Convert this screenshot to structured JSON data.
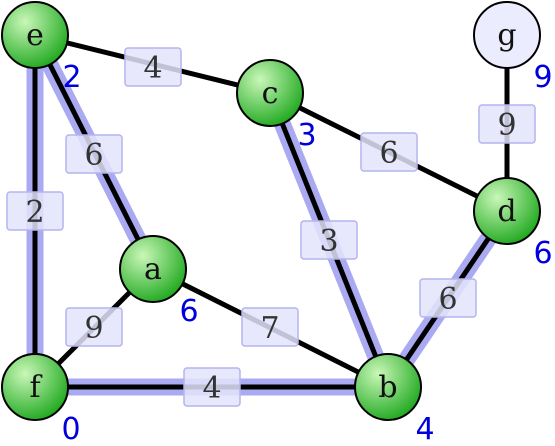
{
  "colors": {
    "visited_fill_light": "#c9f7b8",
    "visited_fill_dark": "#1ea81e",
    "unvisited_fill": "#ececff",
    "highlight": "#aaaaf2",
    "edge": "#000000",
    "distance_text": "#0000dd",
    "weight_box_fill": "#e4e4fb",
    "weight_box_stroke": "#b4b4ee"
  },
  "nodes": [
    {
      "id": "e",
      "label": "e",
      "distance": "2",
      "visited": true
    },
    {
      "id": "c",
      "label": "c",
      "distance": "3",
      "visited": true
    },
    {
      "id": "g",
      "label": "g",
      "distance": "9",
      "visited": false
    },
    {
      "id": "d",
      "label": "d",
      "distance": "6",
      "visited": true
    },
    {
      "id": "a",
      "label": "a",
      "distance": "6",
      "visited": true
    },
    {
      "id": "f",
      "label": "f",
      "distance": "0",
      "visited": true
    },
    {
      "id": "b",
      "label": "b",
      "distance": "4",
      "visited": true
    }
  ],
  "edges": [
    {
      "from": "e",
      "to": "c",
      "weight": "4",
      "in_tree": false
    },
    {
      "from": "e",
      "to": "a",
      "weight": "6",
      "in_tree": true
    },
    {
      "from": "e",
      "to": "f",
      "weight": "2",
      "in_tree": true
    },
    {
      "from": "c",
      "to": "d",
      "weight": "6",
      "in_tree": false
    },
    {
      "from": "c",
      "to": "b",
      "weight": "3",
      "in_tree": true
    },
    {
      "from": "g",
      "to": "d",
      "weight": "9",
      "in_tree": false
    },
    {
      "from": "d",
      "to": "b",
      "weight": "6",
      "in_tree": true
    },
    {
      "from": "a",
      "to": "f",
      "weight": "9",
      "in_tree": false
    },
    {
      "from": "a",
      "to": "b",
      "weight": "7",
      "in_tree": false
    },
    {
      "from": "f",
      "to": "b",
      "weight": "4",
      "in_tree": true
    }
  ]
}
